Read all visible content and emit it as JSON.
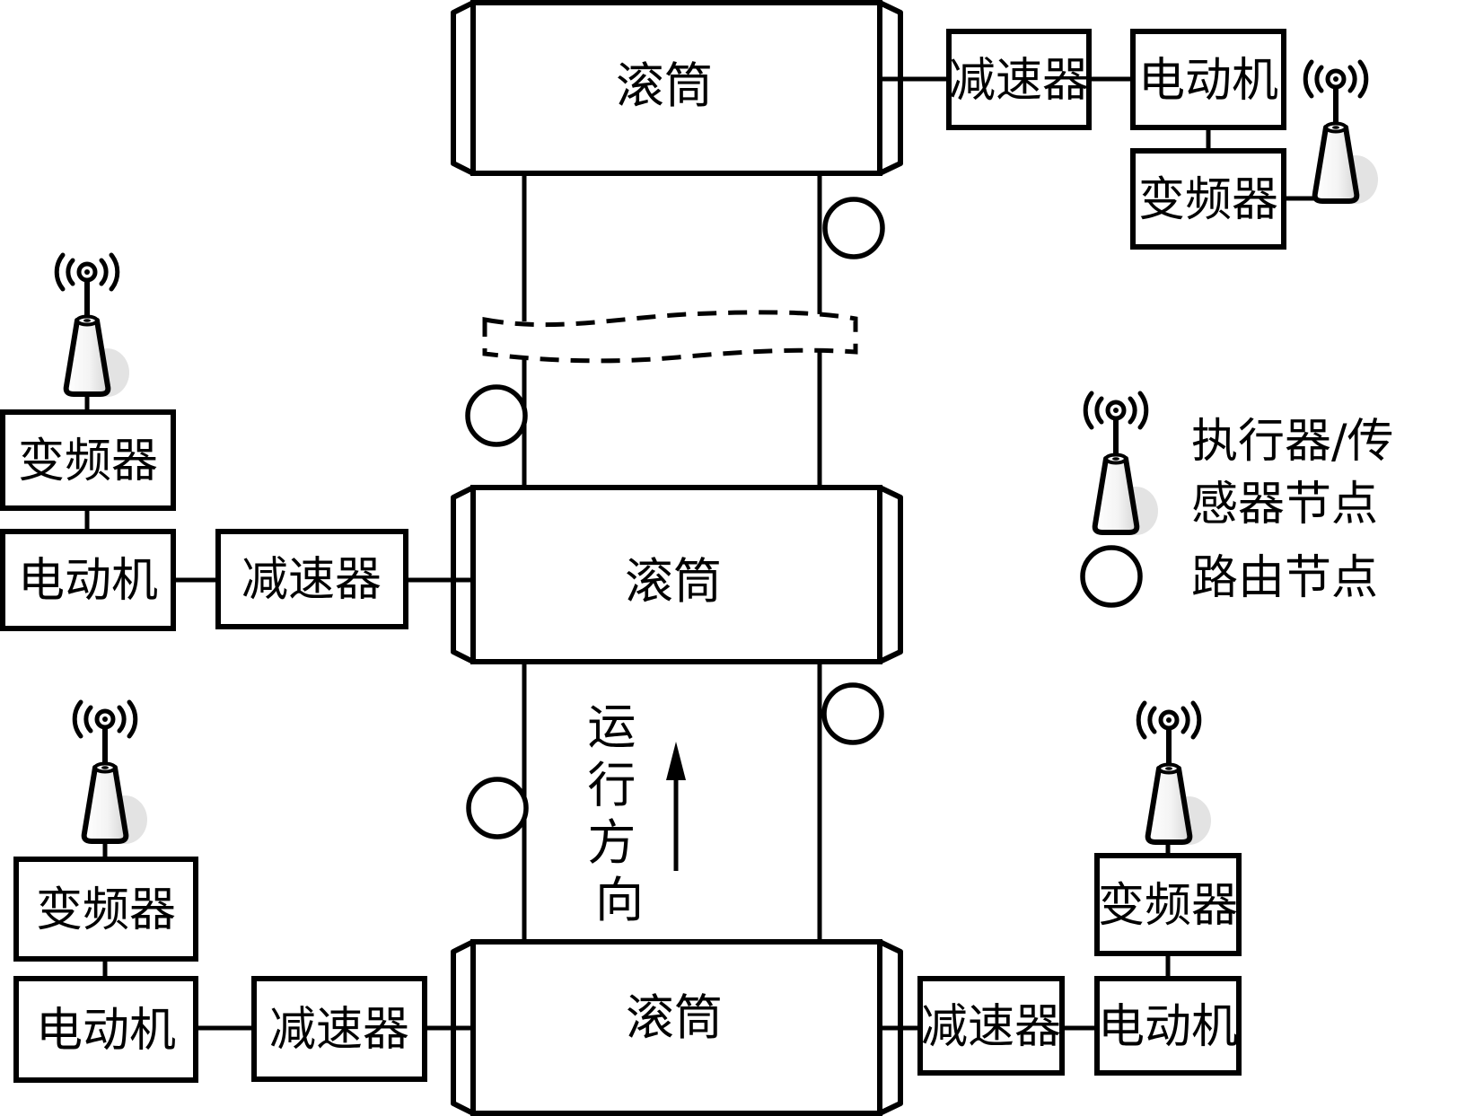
{
  "colors": {
    "line": "#000000",
    "background": "#ffffff",
    "cone_shadow": "#c8c8c8"
  },
  "drums": {
    "top": "滚筒",
    "middle": "滚筒",
    "bottom": "滚筒"
  },
  "equipment": {
    "top_right": {
      "reducer": "减速器",
      "motor": "电动机",
      "inverter": "变频器"
    },
    "middle_left": {
      "inverter": "变频器",
      "motor": "电动机",
      "reducer": "减速器"
    },
    "bottom_left": {
      "inverter": "变频器",
      "motor": "电动机",
      "reducer": "减速器"
    },
    "bottom_right": {
      "reducer": "减速器",
      "motor": "电动机",
      "inverter": "变频器"
    }
  },
  "direction": {
    "chars": [
      "运",
      "行",
      "方",
      "向"
    ]
  },
  "legend": {
    "sensor_node_line1": "执行器/传",
    "sensor_node_line2": "感器节点",
    "router_node": "路由节点"
  }
}
